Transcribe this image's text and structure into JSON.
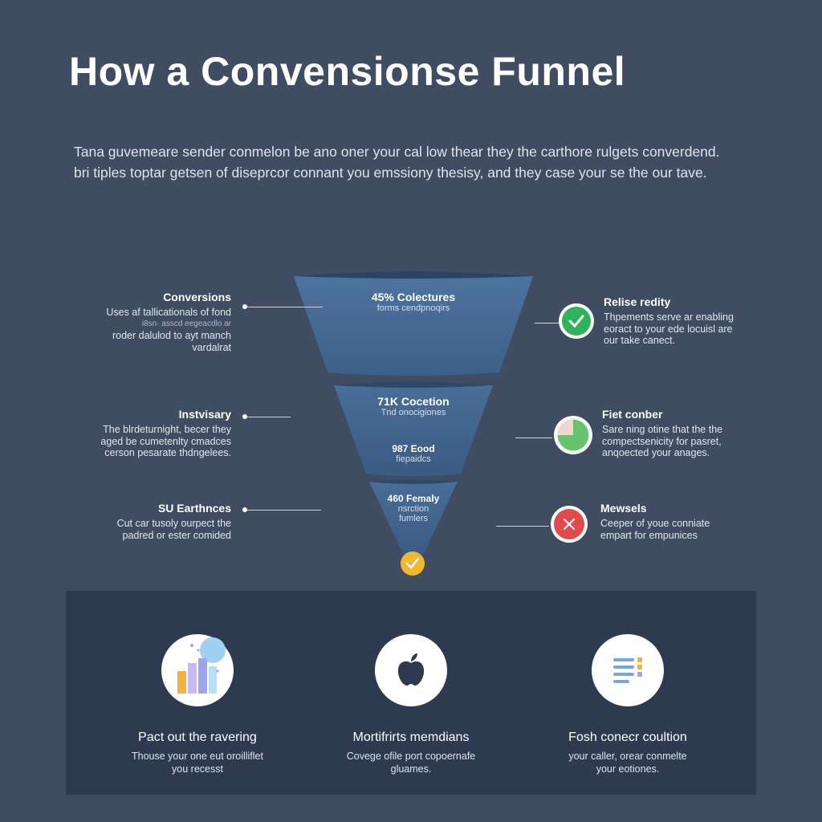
{
  "title": "How a Convensionse Funnel",
  "intro": {
    "line1": "Tana guvemeare sender conmelon be ano oner your cal low thear they the carthore rulgets converdend.",
    "line2": "bri tiples toptar getsen of diseprcor connant you emssiony thesisy, and they case your se the our tave."
  },
  "funnel": {
    "stages": [
      {
        "title": "45% Colectures",
        "sub1": "forms cendpnoqirs",
        "sub2": ""
      },
      {
        "title": "71K Cocetion",
        "sub1": "Tnd onocigiones",
        "sub2": ""
      },
      {
        "title": "987 Eood",
        "sub1": "fiepaidcs",
        "sub2": ""
      },
      {
        "title": "460 Femaly",
        "sub1": "nsrction",
        "sub2": "fumlers"
      }
    ],
    "colors": {
      "top": "#4a6d97",
      "mid": "#44678f",
      "rim": "#2c4463",
      "check": "#f2b731"
    }
  },
  "left_notes": [
    {
      "heading": "Conversions",
      "lines": [
        "Uses af tallicationals of fond",
        "i8sn· asscd eegeacdlo ar",
        "roder dalulod to ayt manch",
        "vardalrat"
      ]
    },
    {
      "heading": "Instvisary",
      "lines": [
        "The blrdeturnight, becer they",
        "aged be cumetenlty cmadces",
        "cerson pesarate thdngelees."
      ]
    },
    {
      "heading": "SU Earthnces",
      "lines": [
        "Cut car tusoly ourpect the",
        "padred or ester comided"
      ]
    }
  ],
  "right_notes": [
    {
      "heading": "Relise redity",
      "lines": [
        "Thpements serve ar enabling",
        "eoract to your ede locuisl are",
        "our take canect."
      ],
      "status": "check-icon",
      "color": "#2fb35a"
    },
    {
      "heading": "Fiet conber",
      "lines": [
        "Sare ning otine that the the",
        "compectsenicity for pasret,",
        "anqoected your anages."
      ],
      "status": "pie-icon",
      "color": "#66c46c"
    },
    {
      "heading": "Mewsels",
      "lines": [
        "Ceeper of youe conniate",
        "empart for empunices"
      ],
      "status": "close-icon",
      "color": "#e24b4b"
    }
  ],
  "features": [
    {
      "title": "Pact out the ravering",
      "lines": [
        "Thouse your one eut oroilliflet",
        "you recesst"
      ],
      "icon": "bar-chart-icon"
    },
    {
      "title": "Mortifrirts memdians",
      "lines": [
        "Covege ofile port copoernafe",
        "gluames."
      ],
      "icon": "apple-icon"
    },
    {
      "title": "Fosh conecr coultion",
      "lines": [
        "your caller, orear conmelte",
        "your eotiones."
      ],
      "icon": "list-icon"
    }
  ]
}
